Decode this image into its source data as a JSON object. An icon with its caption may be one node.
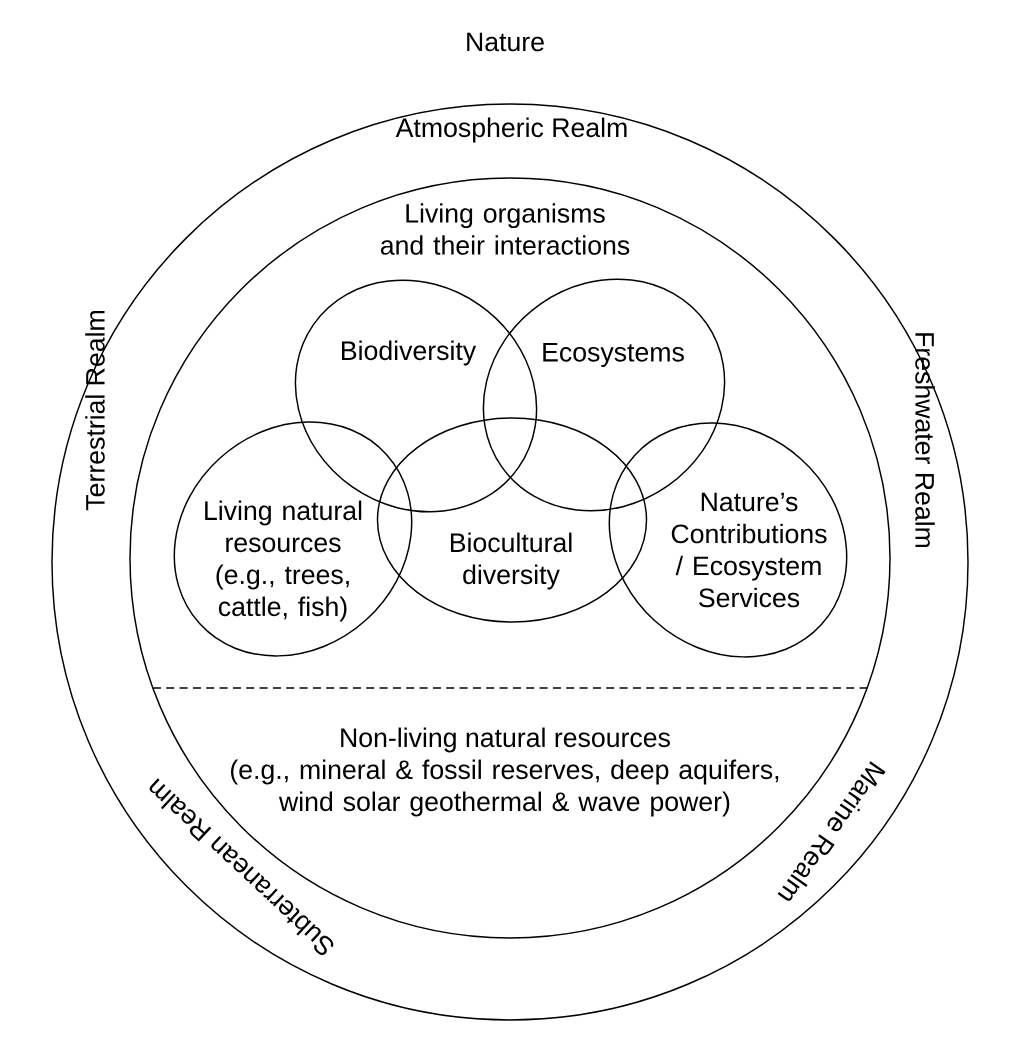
{
  "diagram": {
    "nodes": [
      {
        "text": [
          "Nature",
          "Atmospheric Realm",
          "Terrestrial Realm",
          "Freshwater Realm",
          "Subterranean Realm",
          "Marine Realm"
        ]
      },
      {
        "text": [
          "Living organisms and their interactions",
          "Non-living natural resources",
          "(e.g., mineral & fossil reserves, deep aquifers, wind solar geothermal & wave power)"
        ],
        "in": 0
      },
      {
        "text": [
          "Biodiversity"
        ],
        "in": 1
      },
      {
        "text": [
          "Ecosystems"
        ],
        "in": 1
      },
      {
        "text": [
          "Living natural resources (e.g., trees, cattle, fish)"
        ],
        "in": 1
      },
      {
        "text": [
          "Biocultural diversity"
        ],
        "in": 1
      },
      {
        "text": [
          "Nature’s Contributions / Ecosystem Services"
        ],
        "in": 1
      }
    ]
  }
}
